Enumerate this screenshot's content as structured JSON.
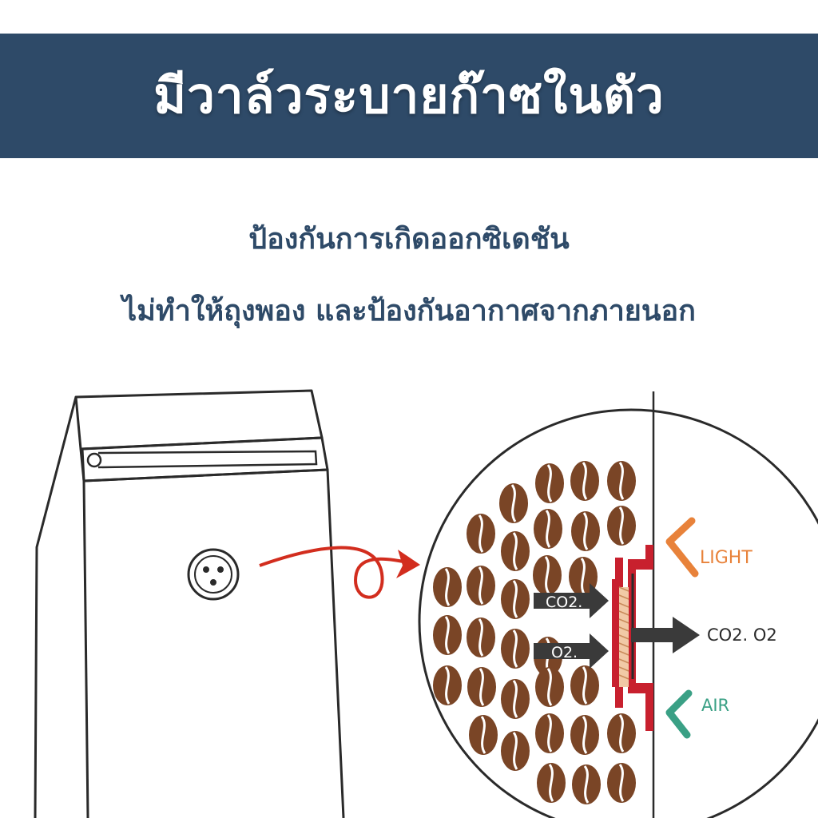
{
  "header": {
    "title": "มีวาล์วระบายก๊าซในตัว"
  },
  "subtitle": {
    "line1": "ป้องกันการเกิดออกซิเดชัน",
    "line2": "ไม่ทำให้ถุงพอง และป้องกันอากาศจากภายนอก"
  },
  "diagram": {
    "labels": {
      "light": "LIGHT",
      "air": "AIR",
      "co2_in": "CO2.",
      "o2_in": "O2.",
      "out": "CO2. O2"
    },
    "colors": {
      "navy": "#2e4a68",
      "bean": "#7a4526",
      "valve_red": "#c8202e",
      "light_orange": "#e8823a",
      "air_green": "#3aa085",
      "arrow_red": "#d22d1e"
    },
    "icons": [
      "coffee-bag-icon",
      "valve-icon",
      "coffee-bean-icon",
      "light-arrow-icon",
      "air-arrow-icon"
    ]
  }
}
